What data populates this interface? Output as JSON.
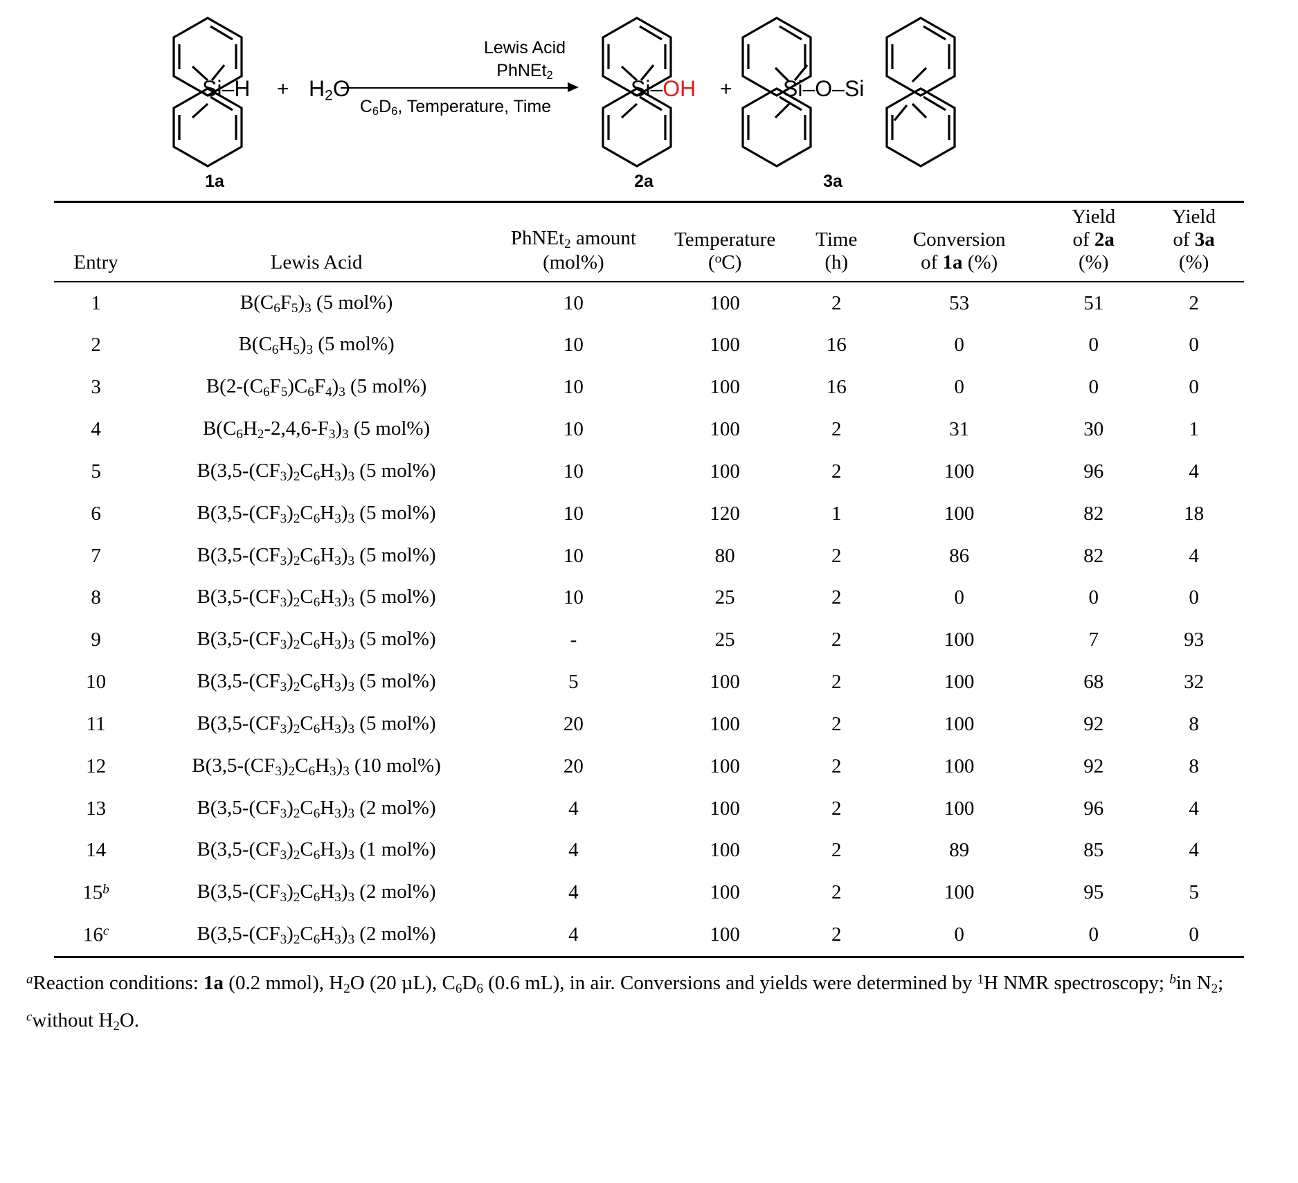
{
  "scheme": {
    "reactant_label": "1a",
    "product1_label": "2a",
    "product2_label": "3a",
    "reactant_core": "Si–H",
    "water": "H2O",
    "plus1": "+",
    "plus2": "+",
    "product1_core_si": "Si–",
    "product1_core_oh": "OH",
    "product2_core": "Si–O–Si",
    "above_line_1": "Lewis Acid",
    "above_line_2": "PhNEt2",
    "below_line": "C6D6, Temperature, Time",
    "oh_color": "#e01b1b"
  },
  "table": {
    "headers": {
      "entry": "Entry",
      "lewis_acid": "Lewis Acid",
      "amount_line1": "PhNEt2 amount",
      "amount_line2": "(mol%)",
      "temperature_line1": "Temperature",
      "temperature_line2": "(°C)",
      "time_line1": "Time",
      "time_line2": "(h)",
      "conversion_line1": "Conversion",
      "conversion_line2": "of 1a (%)",
      "yield2a_line1": "Yield",
      "yield2a_line2": "of 2a",
      "yield2a_line3": "(%)",
      "yield3a_line1": "Yield",
      "yield3a_line2": "of 3a",
      "yield3a_line3": "(%)"
    },
    "rows": [
      {
        "entry": "1",
        "entry_sup": "",
        "acid": "B(C6F5)3 (5 mol%)",
        "amount": "10",
        "temperature": "100",
        "time": "2",
        "conversion": "53",
        "yield2a": "51",
        "yield3a": "2"
      },
      {
        "entry": "2",
        "entry_sup": "",
        "acid": "B(C6H5)3 (5 mol%)",
        "amount": "10",
        "temperature": "100",
        "time": "16",
        "conversion": "0",
        "yield2a": "0",
        "yield3a": "0"
      },
      {
        "entry": "3",
        "entry_sup": "",
        "acid": "B(2-(C6F5)C6F4)3 (5 mol%)",
        "amount": "10",
        "temperature": "100",
        "time": "16",
        "conversion": "0",
        "yield2a": "0",
        "yield3a": "0"
      },
      {
        "entry": "4",
        "entry_sup": "",
        "acid": "B(C6H2-2,4,6-F3)3 (5 mol%)",
        "amount": "10",
        "temperature": "100",
        "time": "2",
        "conversion": "31",
        "yield2a": "30",
        "yield3a": "1"
      },
      {
        "entry": "5",
        "entry_sup": "",
        "acid": "B(3,5-(CF3)2C6H3)3 (5 mol%)",
        "amount": "10",
        "temperature": "100",
        "time": "2",
        "conversion": "100",
        "yield2a": "96",
        "yield3a": "4"
      },
      {
        "entry": "6",
        "entry_sup": "",
        "acid": "B(3,5-(CF3)2C6H3)3 (5 mol%)",
        "amount": "10",
        "temperature": "120",
        "time": "1",
        "conversion": "100",
        "yield2a": "82",
        "yield3a": "18"
      },
      {
        "entry": "7",
        "entry_sup": "",
        "acid": "B(3,5-(CF3)2C6H3)3 (5 mol%)",
        "amount": "10",
        "temperature": "80",
        "time": "2",
        "conversion": "86",
        "yield2a": "82",
        "yield3a": "4"
      },
      {
        "entry": "8",
        "entry_sup": "",
        "acid": "B(3,5-(CF3)2C6H3)3 (5 mol%)",
        "amount": "10",
        "temperature": "25",
        "time": "2",
        "conversion": "0",
        "yield2a": "0",
        "yield3a": "0"
      },
      {
        "entry": "9",
        "entry_sup": "",
        "acid": "B(3,5-(CF3)2C6H3)3 (5 mol%)",
        "amount": "-",
        "temperature": "25",
        "time": "2",
        "conversion": "100",
        "yield2a": "7",
        "yield3a": "93"
      },
      {
        "entry": "10",
        "entry_sup": "",
        "acid": "B(3,5-(CF3)2C6H3)3 (5 mol%)",
        "amount": "5",
        "temperature": "100",
        "time": "2",
        "conversion": "100",
        "yield2a": "68",
        "yield3a": "32"
      },
      {
        "entry": "11",
        "entry_sup": "",
        "acid": "B(3,5-(CF3)2C6H3)3 (5 mol%)",
        "amount": "20",
        "temperature": "100",
        "time": "2",
        "conversion": "100",
        "yield2a": "92",
        "yield3a": "8"
      },
      {
        "entry": "12",
        "entry_sup": "",
        "acid": "B(3,5-(CF3)2C6H3)3 (10 mol%)",
        "amount": "20",
        "temperature": "100",
        "time": "2",
        "conversion": "100",
        "yield2a": "92",
        "yield3a": "8"
      },
      {
        "entry": "13",
        "entry_sup": "",
        "acid": "B(3,5-(CF3)2C6H3)3 (2 mol%)",
        "amount": "4",
        "temperature": "100",
        "time": "2",
        "conversion": "100",
        "yield2a": "96",
        "yield3a": "4"
      },
      {
        "entry": "14",
        "entry_sup": "",
        "acid": "B(3,5-(CF3)2C6H3)3 (1 mol%)",
        "amount": "4",
        "temperature": "100",
        "time": "2",
        "conversion": "89",
        "yield2a": "85",
        "yield3a": "4"
      },
      {
        "entry": "15",
        "entry_sup": "b",
        "acid": "B(3,5-(CF3)2C6H3)3 (2 mol%)",
        "amount": "4",
        "temperature": "100",
        "time": "2",
        "conversion": "100",
        "yield2a": "95",
        "yield3a": "5"
      },
      {
        "entry": "16",
        "entry_sup": "c",
        "acid": "B(3,5-(CF3)2C6H3)3 (2 mol%)",
        "amount": "4",
        "temperature": "100",
        "time": "2",
        "conversion": "0",
        "yield2a": "0",
        "yield3a": "0"
      }
    ]
  },
  "footnote": {
    "text": "aReaction conditions: 1a (0.2 mmol), H2O (20 μL), C6D6 (0.6 mL), in air. Conversions and yields were determined by 1H NMR spectroscopy; bin N2; cwithout H2O."
  }
}
